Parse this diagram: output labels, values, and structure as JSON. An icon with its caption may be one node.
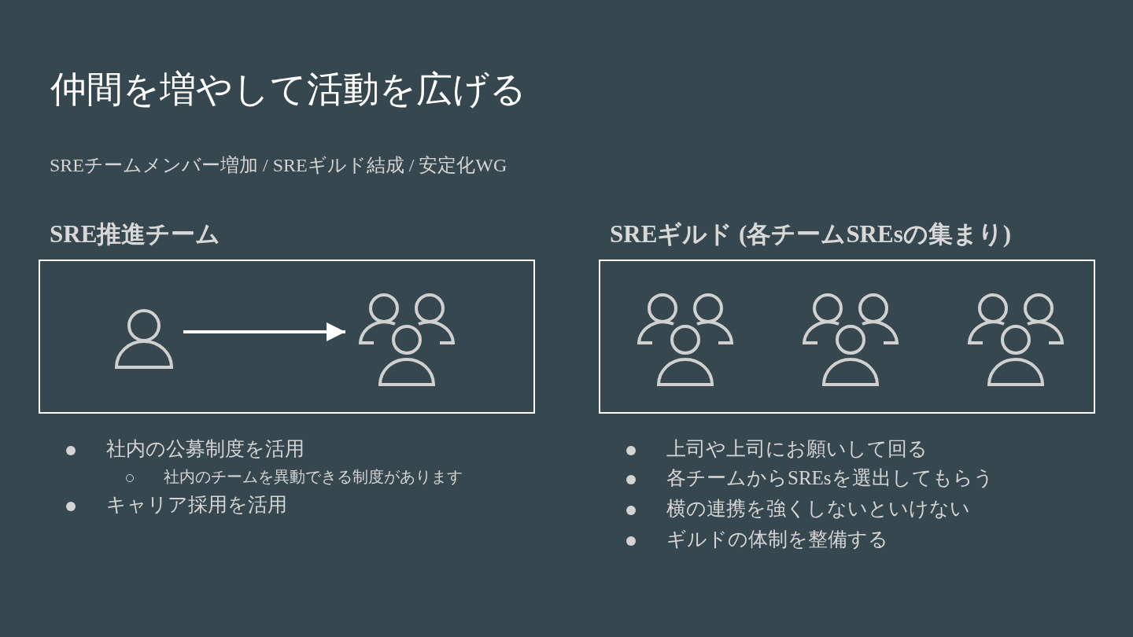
{
  "diagram": {
    "title": "仲間を増やして活動を広げる",
    "nodes": [
      {
        "text": [
          "SRE推進チーム"
        ]
      },
      {
        "text": [],
        "shape": "person",
        "in": 0
      },
      {
        "text": [],
        "shape": "person",
        "in": 0
      },
      {
        "text": [
          "SREギルド (各チームSREsの集まり)"
        ]
      },
      {
        "text": [],
        "shape": "person",
        "in": 3
      },
      {
        "text": [],
        "shape": "person",
        "in": 3
      },
      {
        "text": [],
        "shape": "person",
        "in": 3
      }
    ],
    "edges": [
      {
        "from": 1,
        "to": 2,
        "arrow": "to"
      }
    ],
    "labels": [
      "SREチームメンバー増加 / SREギルド結成 / 安定化WG",
      "社内の公募制度を活用",
      "社内のチームを異動できる制度があります",
      "キャリア採用を活用",
      "上司や上司にお願いして回る",
      "各チームからSREsを選出してもらう",
      "横の連携を強くしないといけない",
      "ギルドの体制を整備する"
    ]
  }
}
